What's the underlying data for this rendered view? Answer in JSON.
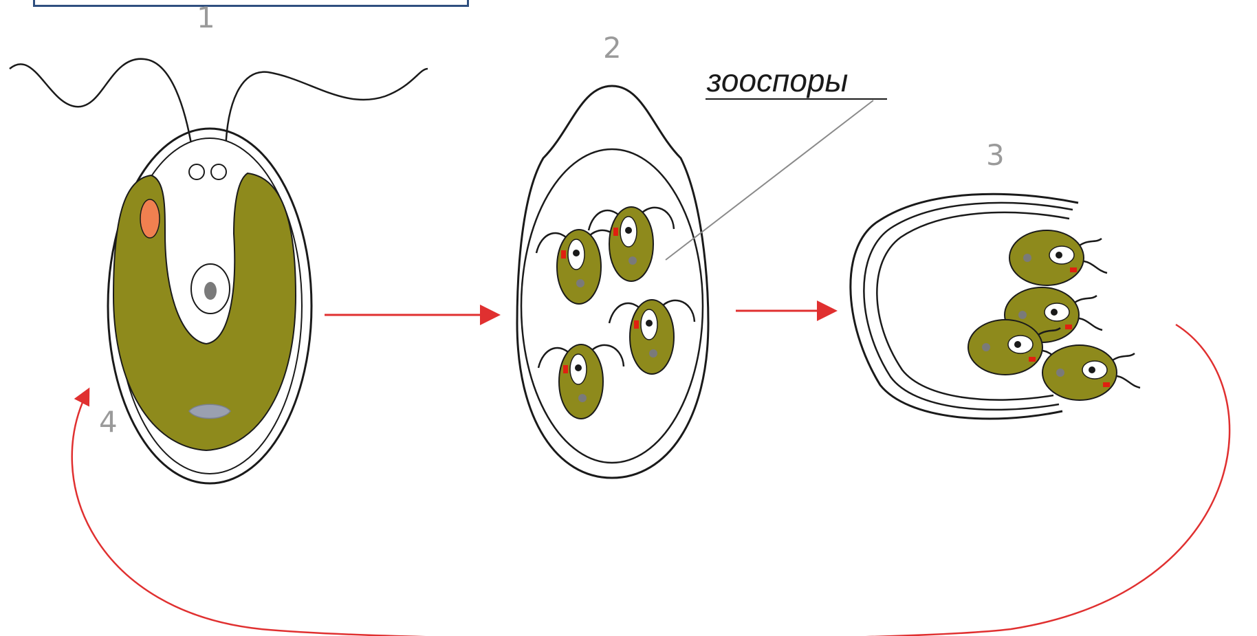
{
  "stages": {
    "one": "1",
    "two": "2",
    "three": "3",
    "four": "4"
  },
  "annotation": {
    "zoospores": "зооспоры"
  },
  "colors": {
    "cell_green": "#8e8a1c",
    "cell_outline": "#1a1a1a",
    "eyespot": "#f08050",
    "eyespot_small": "#e02010",
    "nucleus": "#7a7a7a",
    "arrow": "#e03030",
    "frame_border": "#2f4f7f"
  }
}
